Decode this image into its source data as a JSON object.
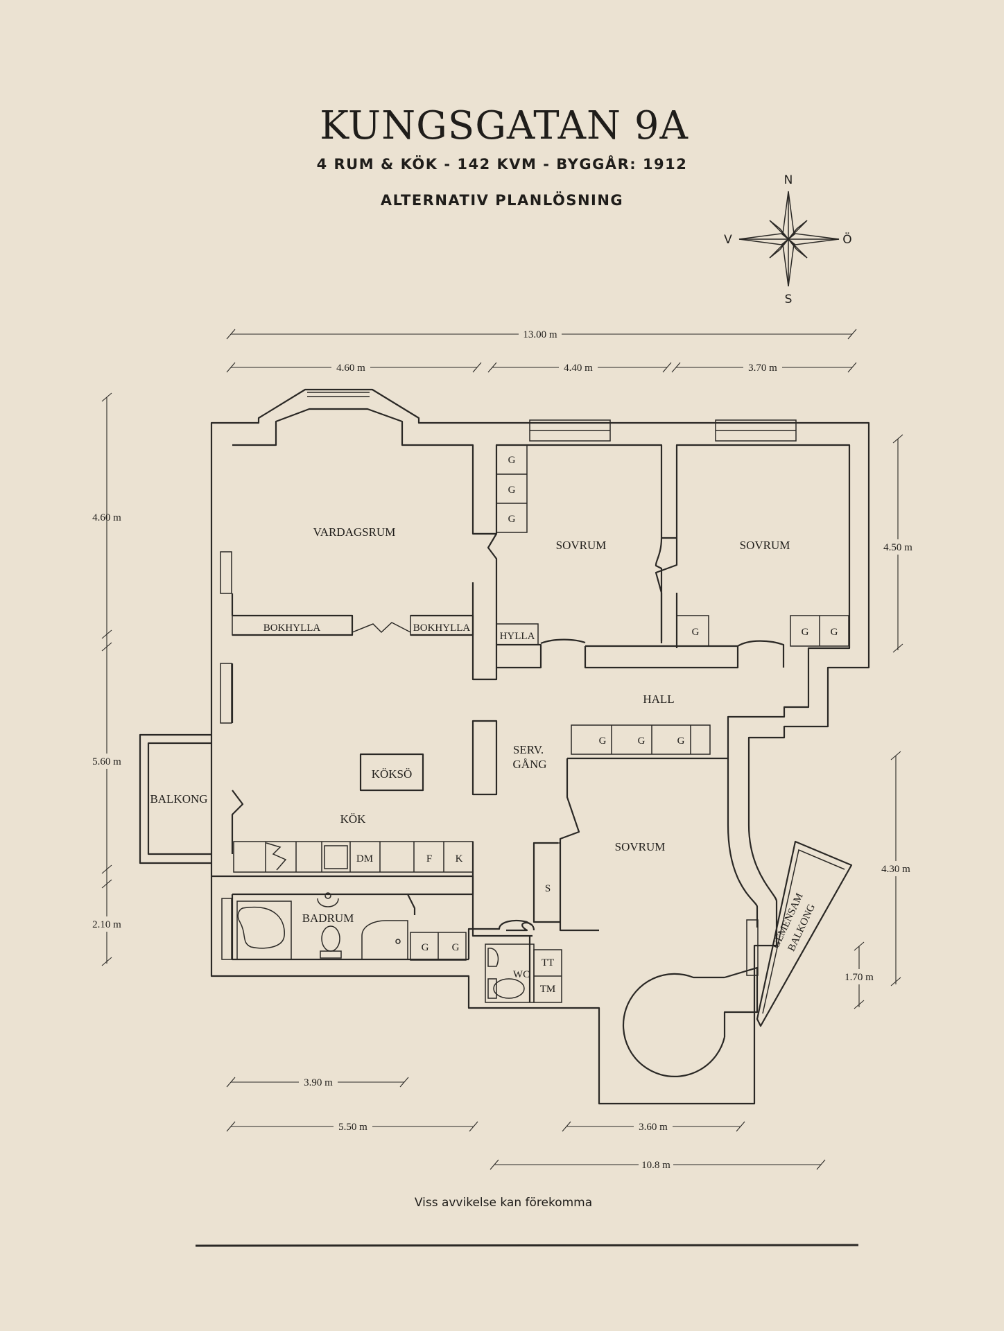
{
  "header": {
    "title": "KUNGSGATAN 9A",
    "subtitle": "4 RUM & KÖK  -  142 KVM  -  BYGGÅR: 1912",
    "variant": "ALTERNATIV PLANLÖSNING"
  },
  "compass": {
    "n": "N",
    "s": "S",
    "v": "V",
    "o": "Ö"
  },
  "rooms": {
    "vardagsrum": "VARDAGSRUM",
    "sovrum_1": "SOVRUM",
    "sovrum_2": "SOVRUM",
    "sovrum_3": "SOVRUM",
    "hall": "HALL",
    "kok": "KÖK",
    "koksö": "KÖKSÖ",
    "balkong": "BALKONG",
    "serv_1": "SERV.",
    "serv_2": "GÅNG",
    "badrum": "BADRUM",
    "wc": "WC",
    "gemensam_1": "GEMENSAM",
    "gemensam_2": "BALKONG"
  },
  "fixtures": {
    "bokhylla_1": "BOKHYLLA",
    "bokhylla_2": "BOKHYLLA",
    "hylla": "HYLLA",
    "g": "G",
    "dm": "DM",
    "f": "F",
    "k": "K",
    "s": "S",
    "tt": "TT",
    "tm": "TM"
  },
  "dimensions": {
    "total_width": "13.00 m",
    "w_vardagsrum": "4.60 m",
    "w_sovrum_1": "4.40 m",
    "w_sovrum_2": "3.70 m",
    "h_left_top": "4.60 m",
    "h_left_mid": "5.60 m",
    "h_left_bot": "2.10 m",
    "h_right_top": "4.50 m",
    "h_right_mid": "4.30 m",
    "h_right_bot": "1.70 m",
    "w_bot_1": "3.90 m",
    "w_bot_2": "5.50 m",
    "w_bot_3": "3.60 m",
    "w_bot_total": "10.8 m"
  },
  "footer": {
    "note": "Viss avvikelse kan förekomma"
  }
}
